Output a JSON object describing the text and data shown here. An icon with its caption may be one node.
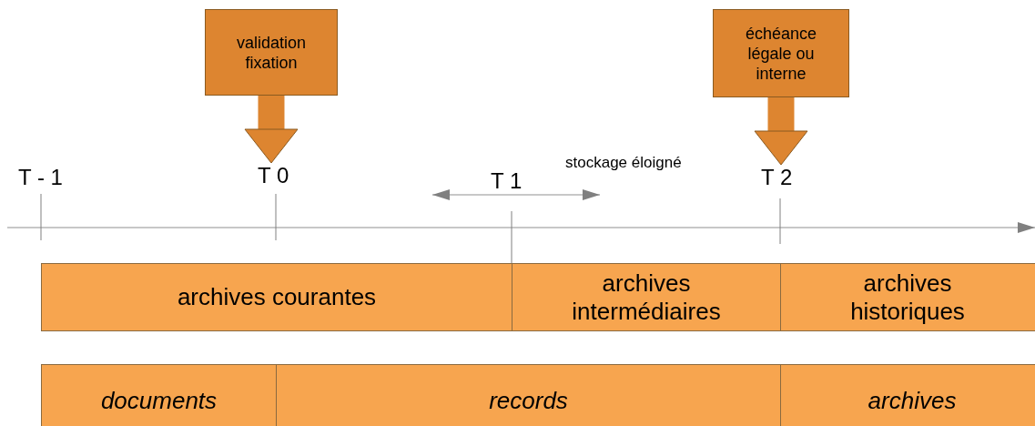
{
  "diagram": {
    "nodes": [
      {
        "text": [
          "validation fixation"
        ]
      },
      {
        "text": [
          "échéance légale ou interne"
        ]
      },
      {
        "text": [
          "T 0"
        ]
      },
      {
        "text": [
          "T 2"
        ]
      },
      {
        "text": [
          "archives courantes"
        ]
      },
      {
        "text": [
          "archives intermédiaires"
        ]
      },
      {
        "text": [
          "archives historiques"
        ]
      },
      {
        "text": [
          "documents"
        ]
      },
      {
        "text": [
          "records"
        ]
      },
      {
        "text": [
          "archives"
        ]
      }
    ],
    "edges": [
      {
        "from": 0,
        "to": 2,
        "arrow": "to"
      },
      {
        "from": 1,
        "to": 3,
        "arrow": "to"
      }
    ],
    "labels": [
      "T - 1",
      "T 1",
      "stockage éloigné"
    ]
  }
}
